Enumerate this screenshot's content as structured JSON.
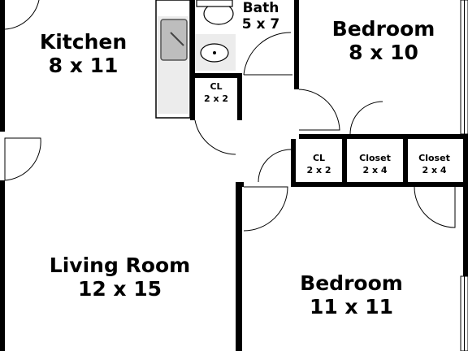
{
  "rooms": {
    "kitchen": {
      "name": "Kitchen",
      "dims": "8 x 11"
    },
    "bath": {
      "name": "Bath",
      "dims": "5 x 7"
    },
    "bedroom_top": {
      "name": "Bedroom",
      "dims": "8 x 10"
    },
    "cl_small_top": {
      "name": "CL",
      "dims": "2 x 2"
    },
    "cl_small_mid": {
      "name": "CL",
      "dims": "2 x 2"
    },
    "closet_left": {
      "name": "Closet",
      "dims": "2 x 4"
    },
    "closet_right": {
      "name": "Closet",
      "dims": "2 x 4"
    },
    "living_room": {
      "name": "Living Room",
      "dims": "12 x 15"
    },
    "bedroom_bottom": {
      "name": "Bedroom",
      "dims": "11 x 11"
    }
  }
}
